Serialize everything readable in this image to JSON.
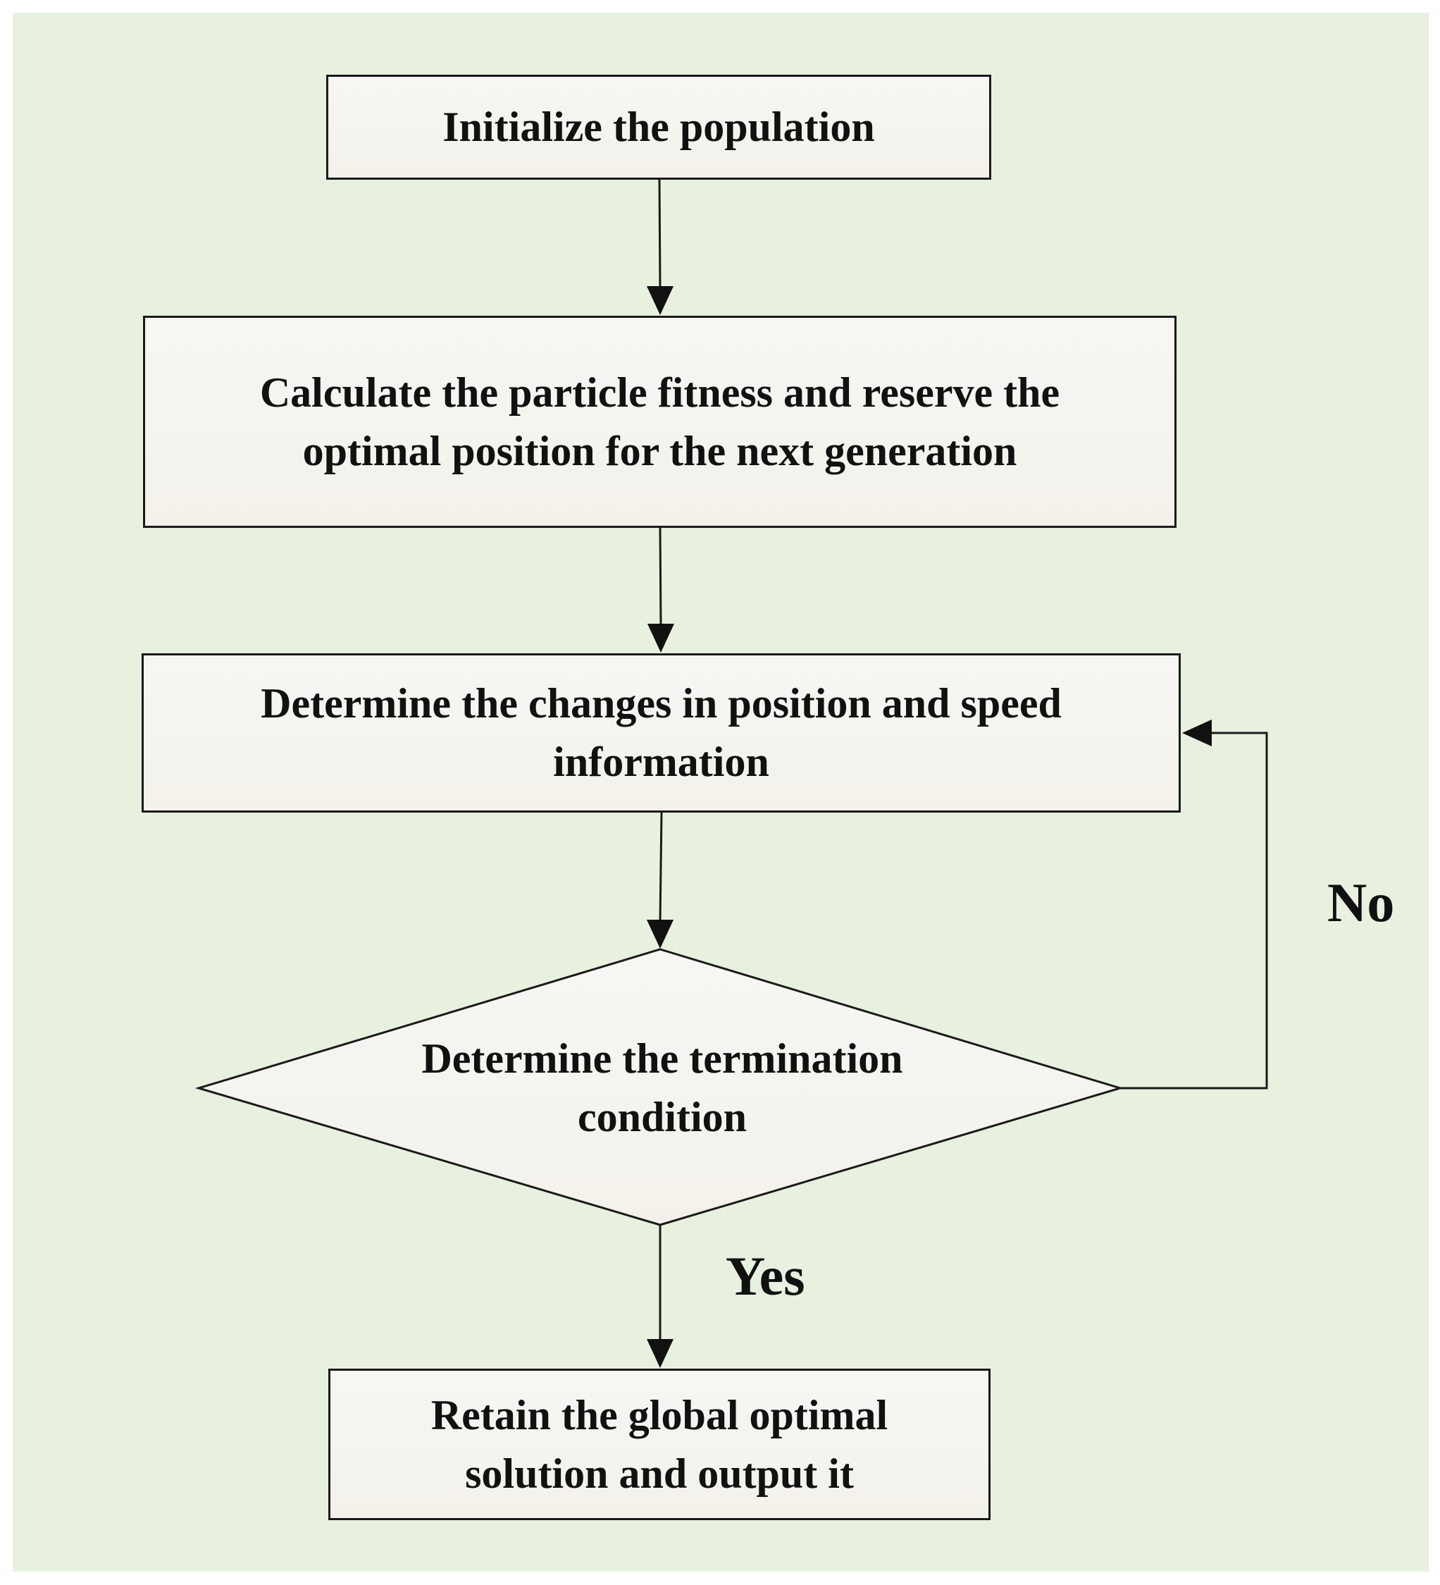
{
  "steps": {
    "initialize": "Initialize the population",
    "fitness": "Calculate the particle fitness and reserve the\noptimal position for the next generation",
    "update": "Determine the changes in position and speed\ninformation",
    "termination": "Determine the termination\ncondition",
    "output": "Retain the global optimal\nsolution and output it"
  },
  "branches": {
    "no": "No",
    "yes": "Yes"
  },
  "colors": {
    "background": "#e8f0df",
    "box_fill": "#f5f3ee",
    "stroke": "#1a1a1a",
    "text": "#111111"
  }
}
